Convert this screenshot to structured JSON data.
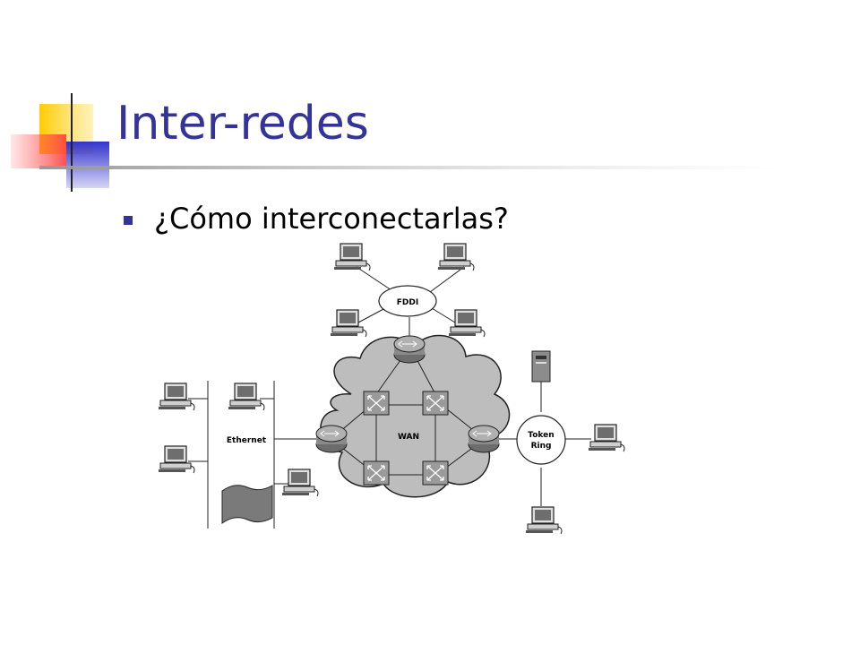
{
  "slide": {
    "title": "Inter-redes",
    "bullet": "¿Cómo interconectarlas?"
  },
  "diagram": {
    "labels": {
      "fddi": "FDDI",
      "wan": "WAN",
      "ethernet": "Ethernet",
      "token_ring_line1": "Token",
      "token_ring_line2": "Ring"
    }
  },
  "colors": {
    "title": "#33339a",
    "bullet_marker": "#33339a",
    "accent_yellow": "#ffcc00",
    "accent_red": "#ff4d4d",
    "accent_blue": "#3333cc",
    "cloud_fill": "#bdbdbd",
    "device_fill": "#8c8c8c"
  },
  "icons": {
    "workstation": "desktop-computer-icon",
    "router": "router-icon",
    "switch": "wan-switch-icon",
    "server": "server-tower-icon",
    "storage": "storage-drum-icon"
  }
}
